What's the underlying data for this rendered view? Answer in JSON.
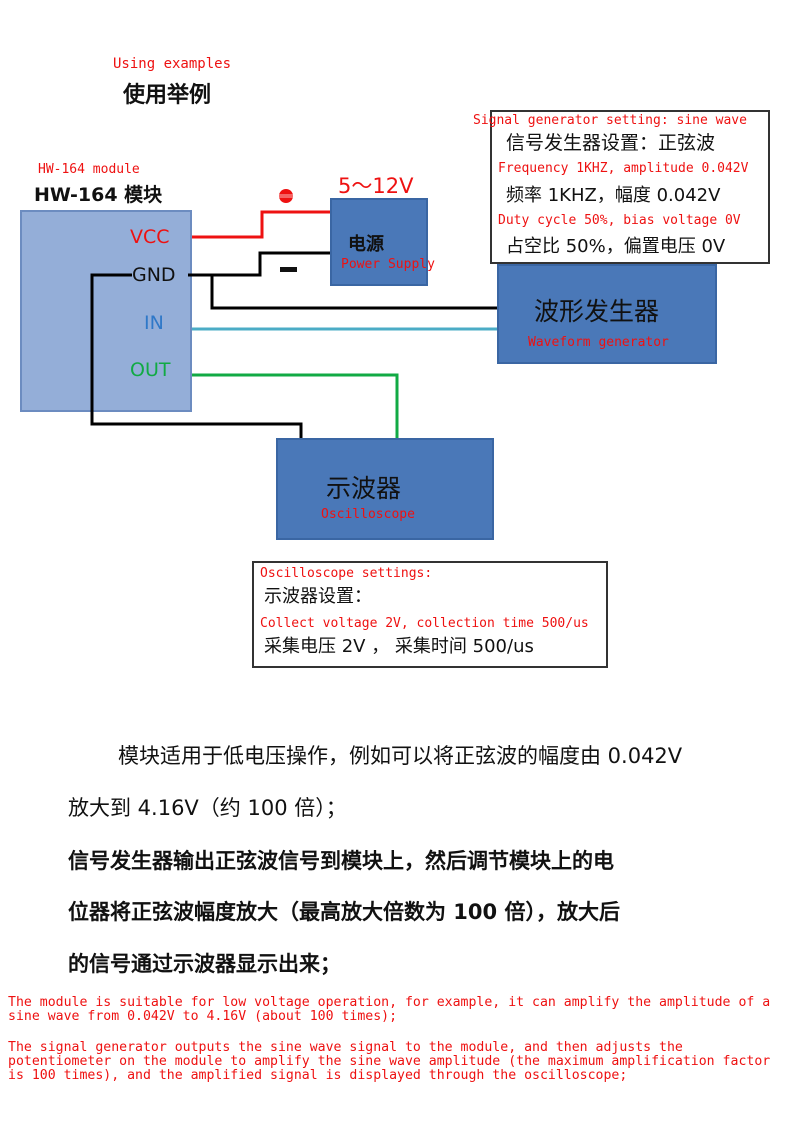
{
  "header": {
    "title_en": "Using examples",
    "title_cn": "使用举例"
  },
  "module": {
    "label_en": "HW-164 module",
    "label_cn": "HW-164 模块",
    "pins": {
      "vcc": "VCC",
      "gnd": "GND",
      "in": "IN",
      "out": "OUT"
    }
  },
  "power_supply": {
    "voltage": "5～12V",
    "plus": "+",
    "minus": "-",
    "label_cn": "电源",
    "label_en": "Power Supply"
  },
  "signal_settings": {
    "title_en": "Signal generator setting: sine wave",
    "title_cn": "信号发生器设置：正弦波",
    "freq_en": "Frequency 1KHZ, amplitude 0.042V",
    "freq_cn": "频率 1KHZ，幅度 0.042V",
    "duty_en": "Duty cycle 50%, bias voltage 0V",
    "duty_cn": "占空比 50%，偏置电压 0V"
  },
  "waveform_generator": {
    "label_cn": "波形发生器",
    "label_en": "Waveform generator"
  },
  "oscilloscope": {
    "label_cn": "示波器",
    "label_en": "Oscilloscope"
  },
  "osc_settings": {
    "title_en": "Oscilloscope settings:",
    "title_cn": "示波器设置：",
    "collect_en": "Collect voltage 2V, collection time 500/us",
    "collect_cn": "采集电压 2V ， 采集时间 500/us"
  },
  "description_cn": {
    "line1": "模块适用于低电压操作，例如可以将正弦波的幅度由 0.042V",
    "line2": "放大到 4.16V（约 100 倍）；",
    "line3": "信号发生器输出正弦波信号到模块上，然后调节模块上的电",
    "line4": "位器将正弦波幅度放大（最高放大倍数为 100 倍），放大后",
    "line5": "的信号通过示波器显示出来；"
  },
  "description_en": {
    "para1": "The module is suitable for low voltage operation, for example, it can amplify the amplitude of a sine wave from 0.042V to 4.16V (about 100 times);",
    "para2": "The signal generator outputs the sine wave signal to the module, and then adjusts the potentiometer on the module to amplify the sine wave amplitude (the maximum amplification factor is 100 times), and the amplified signal is displayed through the oscilloscope;"
  },
  "colors": {
    "vcc_wire": "#ee1111",
    "gnd_wire": "#000000",
    "in_wire": "#4bacc6",
    "out_wire": "#11aa44",
    "box_blue": "#4a78b8",
    "module_blue": "#94aed8",
    "pin_in": "#2f78c8",
    "pin_out": "#11aa44"
  }
}
